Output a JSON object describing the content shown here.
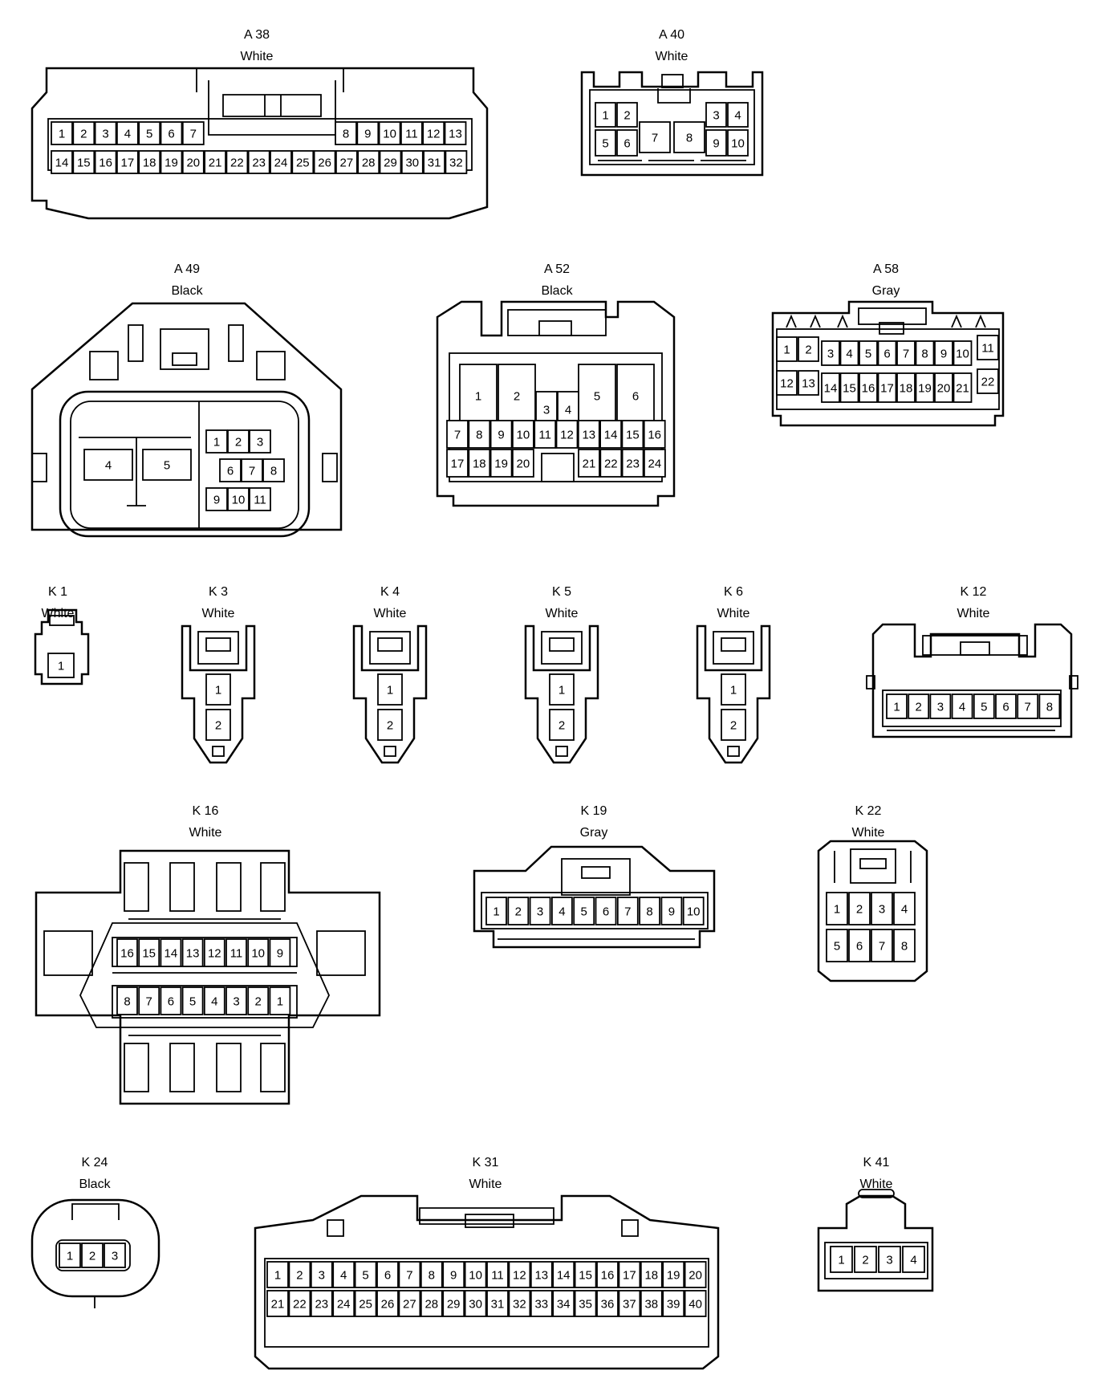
{
  "connectors": [
    {
      "id": "A38",
      "code": "A 38",
      "color": "White",
      "pins": 32
    },
    {
      "id": "A40",
      "code": "A 40",
      "color": "White",
      "pins": 10
    },
    {
      "id": "A49",
      "code": "A 49",
      "color": "Black",
      "pins": 11
    },
    {
      "id": "A52",
      "code": "A 52",
      "color": "Black",
      "pins": 24
    },
    {
      "id": "A58",
      "code": "A 58",
      "color": "Gray",
      "pins": 22
    },
    {
      "id": "K1",
      "code": "K 1",
      "color": "White",
      "pins": 1
    },
    {
      "id": "K3",
      "code": "K 3",
      "color": "White",
      "pins": 2
    },
    {
      "id": "K4",
      "code": "K 4",
      "color": "White",
      "pins": 2
    },
    {
      "id": "K5",
      "code": "K 5",
      "color": "White",
      "pins": 2
    },
    {
      "id": "K6",
      "code": "K 6",
      "color": "White",
      "pins": 2
    },
    {
      "id": "K12",
      "code": "K 12",
      "color": "White",
      "pins": 8
    },
    {
      "id": "K16",
      "code": "K 16",
      "color": "White",
      "pins": 16
    },
    {
      "id": "K19",
      "code": "K 19",
      "color": "Gray",
      "pins": 10
    },
    {
      "id": "K22",
      "code": "K 22",
      "color": "White",
      "pins": 8
    },
    {
      "id": "K24",
      "code": "K 24",
      "color": "Black",
      "pins": 3
    },
    {
      "id": "K31",
      "code": "K 31",
      "color": "White",
      "pins": 40
    },
    {
      "id": "K41",
      "code": "K 41",
      "color": "White",
      "pins": 4
    }
  ]
}
